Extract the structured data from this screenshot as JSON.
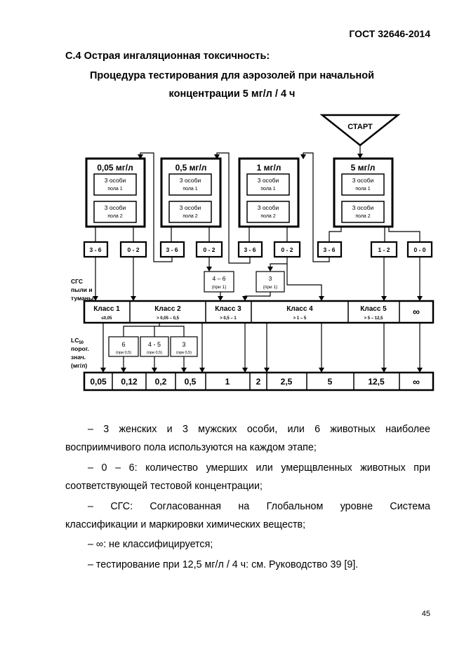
{
  "header": {
    "standard": "ГОСТ 32646-2014"
  },
  "section": {
    "title": "С.4 Острая ингаляционная токсичность:",
    "subtitle_line1": "Процедура тестирования для аэрозолей при начальной",
    "subtitle_line2": "концентрации 5 мг/л / 4 ч"
  },
  "diagram": {
    "start": "СТАРТ",
    "conc": [
      "0,05 мг/л",
      "0,5 мг/л",
      "1 мг/л",
      "5 мг/л"
    ],
    "inner_top": "3 особи",
    "inner_top_sub": "пола 1",
    "inner_bot": "3 особи",
    "inner_bot_sub": "пола 2",
    "outcomes": [
      "3 - 6",
      "0 - 2",
      "3 - 6",
      "0 - 2",
      "3 - 6",
      "0 - 2",
      "3 - 6",
      "1 - 2",
      "0 - 0"
    ],
    "sub46": "4 – 6",
    "sub46b": "(при 1)",
    "sub3": "3",
    "sub3b": "(при 1)",
    "ghs_label": [
      "СГС",
      "пыли и",
      "туманы"
    ],
    "classes": [
      {
        "name": "Класс 1",
        "range": "≤0,05"
      },
      {
        "name": "Класс 2",
        "range": "> 0,05 – 0,5"
      },
      {
        "name": "Класс 3",
        "range": "> 0,5 – 1"
      },
      {
        "name": "Класс 4",
        "range": "> 1 – 5"
      },
      {
        "name": "Класс 5",
        "range": "> 5 – 12,5"
      },
      {
        "name": "∞",
        "range": ""
      }
    ],
    "lc_label": [
      "LC",
      "50",
      "порог.",
      "знач.",
      "(мг/л)"
    ],
    "mids": [
      {
        "v": "6",
        "s": "(при 0,5)"
      },
      {
        "v": "4 - 5",
        "s": "(при 0,5)"
      },
      {
        "v": "3",
        "s": "(при 0,5)"
      }
    ],
    "values": [
      "0,05",
      "0,12",
      "0,2",
      "0,5",
      "1",
      "2",
      "2,5",
      "5",
      "12,5",
      "∞"
    ]
  },
  "notes": [
    "– 3 женских и 3 мужских особи, или 6 животных наиболее",
    "восприимчивого пола используются на каждом этапе;",
    "– 0 – 6: количество умерших или умерщвленных животных при",
    "соответствующей тестовой концентрации;",
    "– СГС: Согласованная на Глобальном уровне Система",
    "классификации и маркировки химических веществ;",
    "– ∞: не классифицируется;",
    "– тестирование при 12,5 мг/л / 4 ч: см. Руководство 39 [9]."
  ],
  "footer": {
    "page": "45"
  }
}
